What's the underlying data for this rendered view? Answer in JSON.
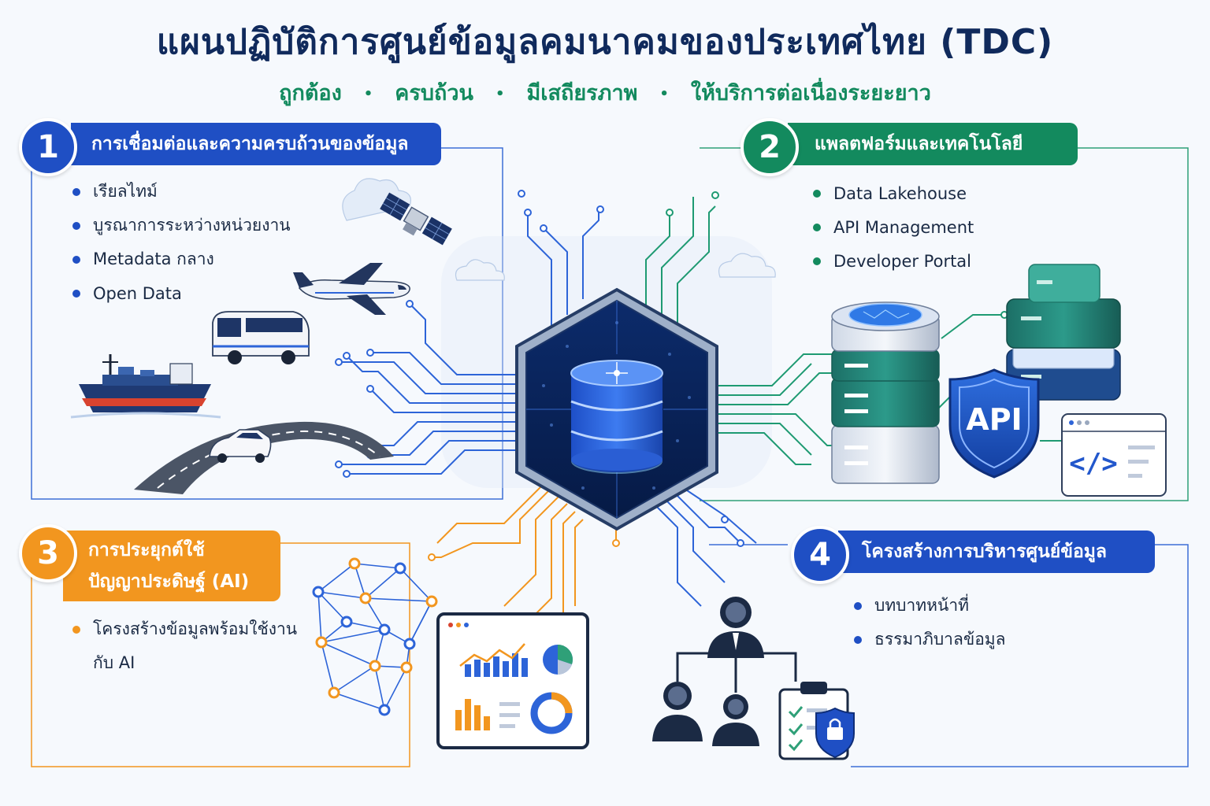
{
  "title": "แผนปฏิบัติการศูนย์ข้อมูลคมนาคมของประเทศไทย (TDC)",
  "subtitle": [
    "ถูกต้อง",
    "ครบถ้วน",
    "มีเสถียรภาพ",
    "ให้บริการต่อเนื่องระยะยาว"
  ],
  "subtitle_separator": "•",
  "colors": {
    "blue": "#1f4fc4",
    "green": "#138a5e",
    "orange": "#f2961f",
    "navy": "#102a5c"
  },
  "sections": [
    {
      "number": "1",
      "title": "การเชื่อมต่อและความครบถ้วนของข้อมูล",
      "items": [
        "เรียลไทม์",
        "บูรณาการระหว่างหน่วยงาน",
        "Metadata กลาง",
        "Open Data"
      ]
    },
    {
      "number": "2",
      "title": "แพลตฟอร์มและเทคโนโลยี",
      "items": [
        "Data Lakehouse",
        "API Management",
        "Developer Portal"
      ]
    },
    {
      "number": "3",
      "title_lines": [
        "การประยุกต์ใช้",
        "ปัญญาประดิษฐ์ (AI)"
      ],
      "items": [
        "โครงสร้างข้อมูลพร้อมใช้งาน",
        "กับ AI"
      ]
    },
    {
      "number": "4",
      "title": "โครงสร้างการบริหารศูนย์ข้อมูล",
      "items": [
        "บทบาทหน้าที่",
        "ธรรมาภิบาลข้อมูล"
      ]
    }
  ],
  "api_label": "API",
  "code_glyph": "</>",
  "icons": [
    "satellite-icon",
    "airplane-icon",
    "bus-icon",
    "ship-icon",
    "car-icon",
    "road-icon",
    "cloud-icon",
    "database-hub-icon",
    "server-stack-icon",
    "api-shield-icon",
    "code-window-icon",
    "neural-network-icon",
    "dashboard-icon",
    "org-chart-icon",
    "clipboard-lock-icon"
  ]
}
